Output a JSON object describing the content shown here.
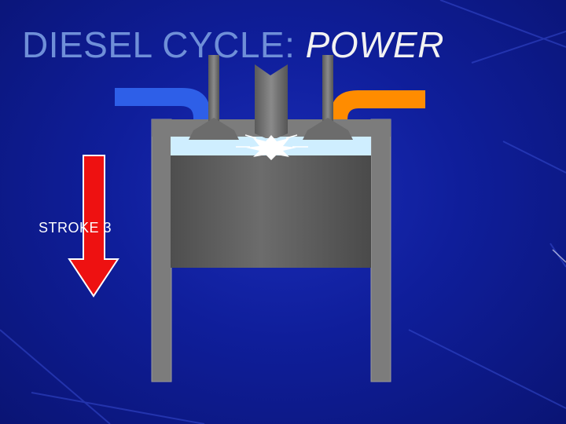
{
  "slide": {
    "title_main": "DIESEL CYCLE: ",
    "title_accent": "POWER",
    "stroke_label": "STROKE 3"
  },
  "colors": {
    "background": "#0f1e9a",
    "title_main": "#6f8fd8",
    "title_accent": "#f2f2f2",
    "intake_port": "#2e5fe8",
    "exhaust_port": "#ff8c00",
    "cylinder_wall": "#7c7c7c",
    "piston": "#636363",
    "combustion_chamber": "#cfeeff",
    "stroke_arrow": "#ee1111"
  },
  "icons": {
    "direction_arrow": "down-arrow-icon",
    "combustion": "burst-icon"
  }
}
